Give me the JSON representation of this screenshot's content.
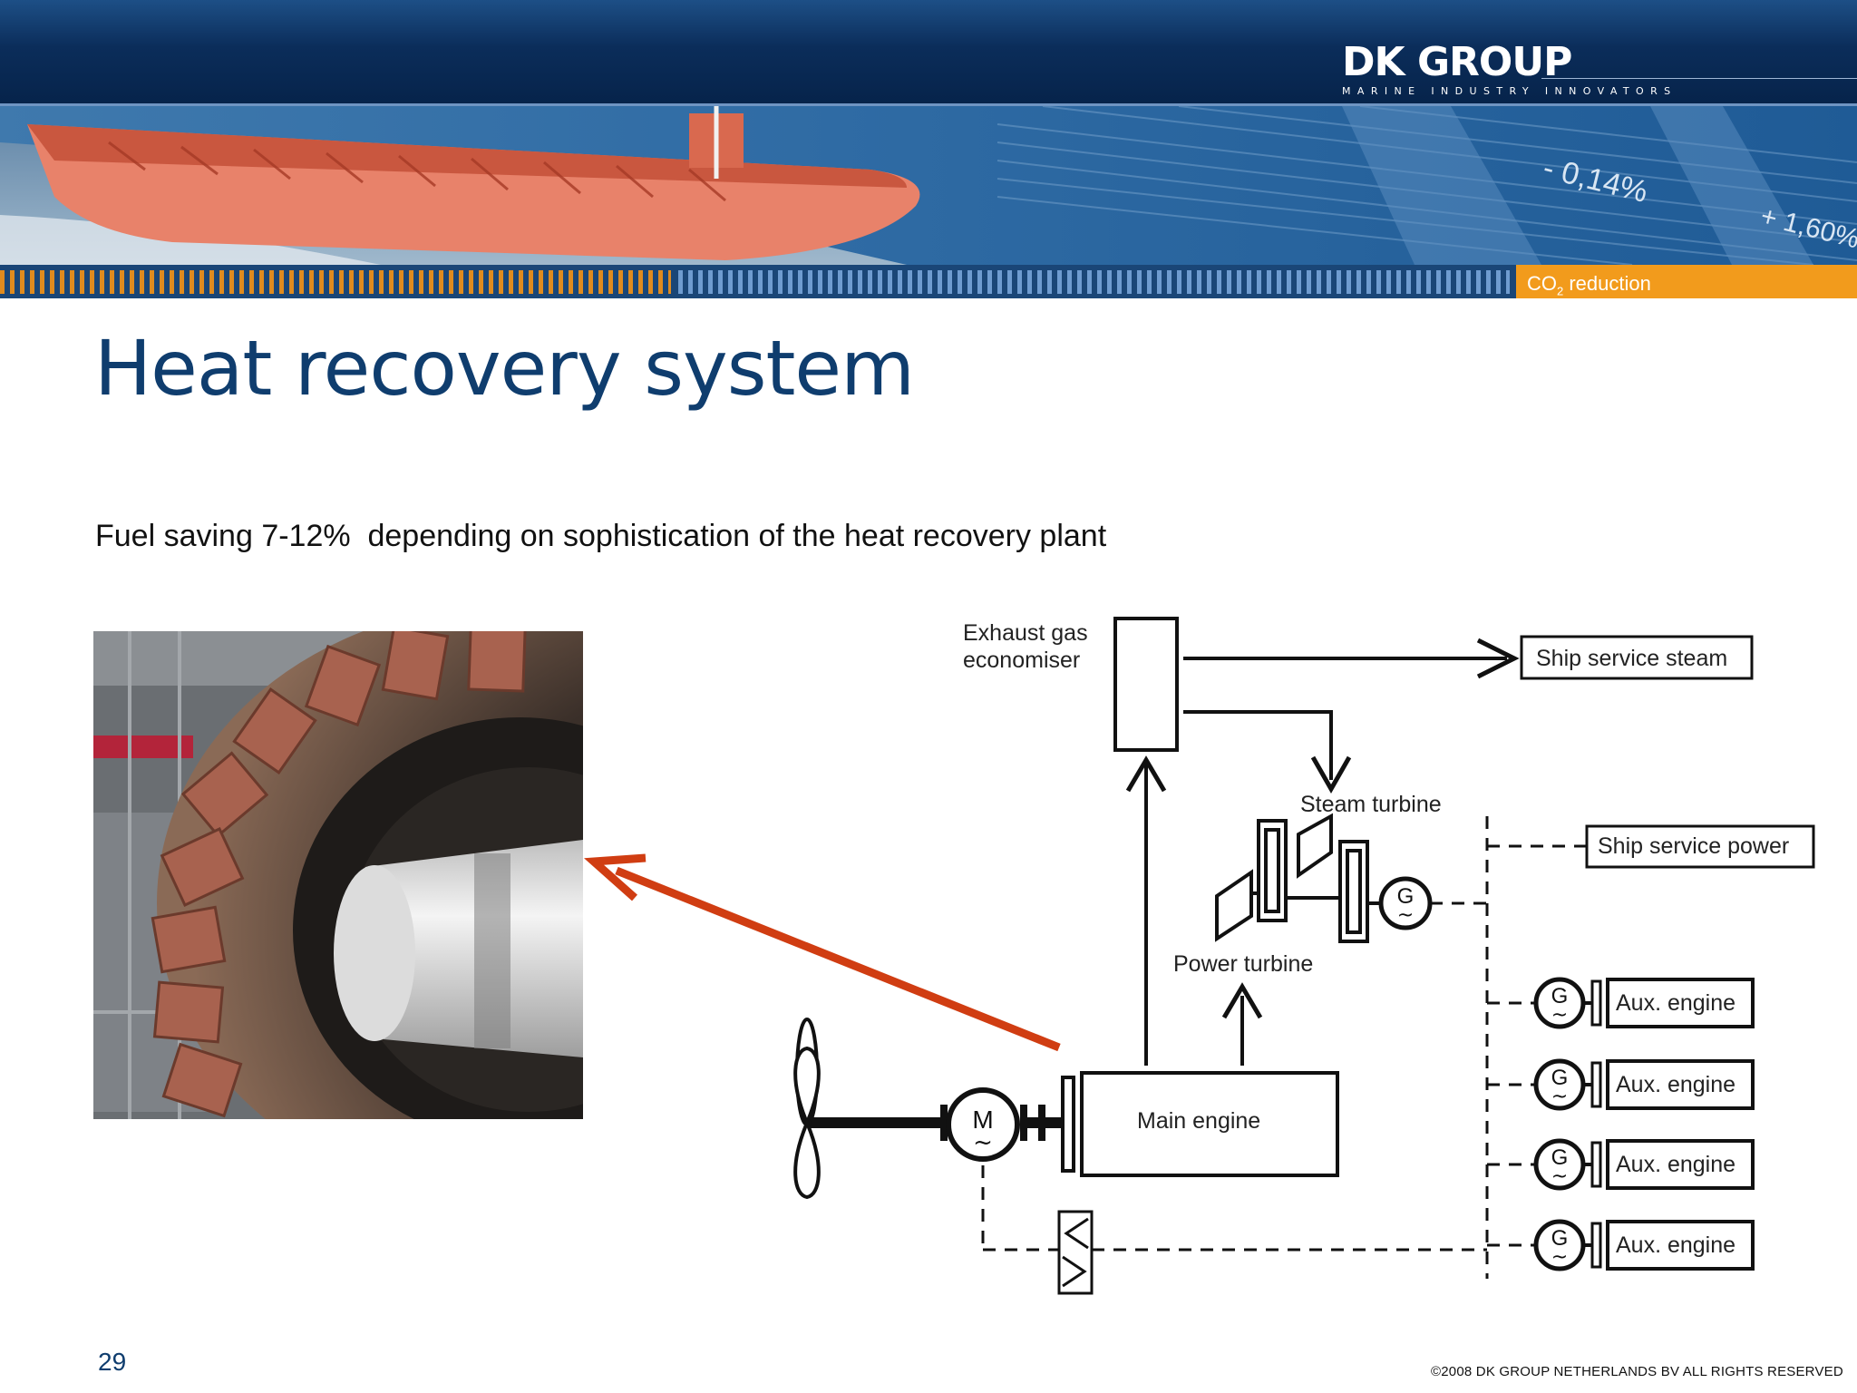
{
  "header": {
    "logo_name": "DK GROUP",
    "logo_tagline": "MARINE INDUSTRY INNOVATORS",
    "banner_figures": [
      "- 0,14%",
      "+ 1,60%"
    ],
    "section_tag_prefix": "CO",
    "section_tag_subscript": "2",
    "section_tag_suffix": " reduction",
    "colors": {
      "navy": "#0b2d5a",
      "accent_orange": "#f29b1c",
      "title_blue": "#0f3d6e",
      "arrow_red": "#d03d12"
    }
  },
  "slide": {
    "title": "Heat recovery system",
    "subtitle": "Fuel saving 7-12%  depending on sophistication of the heat recovery plant",
    "page_number": "29",
    "copyright": "©2008 DK GROUP NETHERLANDS BV  ALL RIGHTS RESERVED"
  },
  "diagram": {
    "exhaust_label_line1": "Exhaust gas",
    "exhaust_label_line2": "economiser",
    "ship_service_steam": "Ship service steam",
    "steam_turbine": "Steam turbine",
    "ship_service_power": "Ship service power",
    "power_turbine": "Power turbine",
    "main_engine": "Main engine",
    "aux_engines": [
      "Aux. engine",
      "Aux. engine",
      "Aux. engine",
      "Aux. engine"
    ],
    "motor_symbol": "M",
    "generator_symbol": "G",
    "ac_symbol": "~"
  }
}
